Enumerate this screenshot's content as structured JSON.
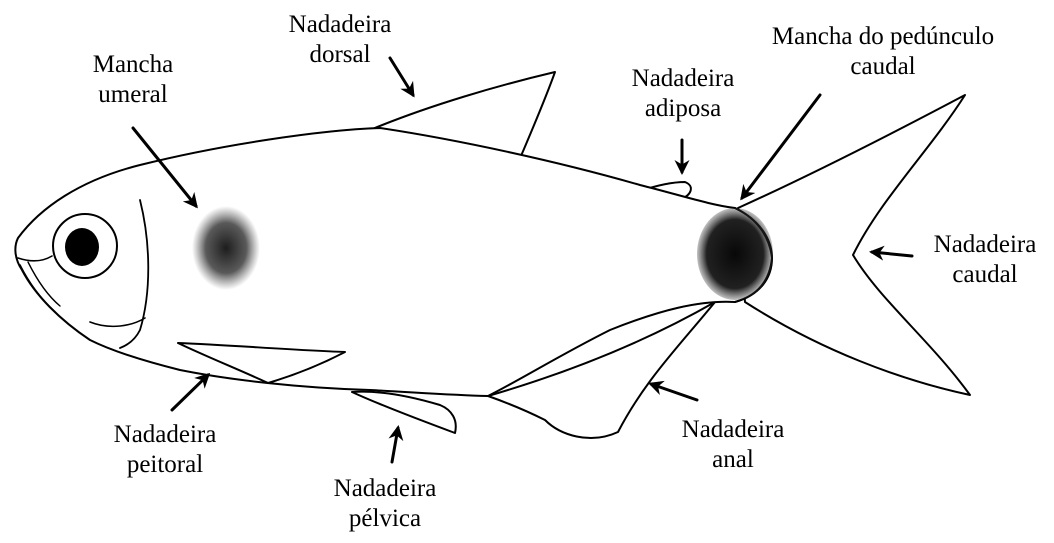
{
  "colors": {
    "outline": "#000000",
    "body_fill": "#ffffff",
    "spot": "#111111",
    "eye_pupil": "#000000",
    "background": "#ffffff"
  },
  "labels": {
    "humeral_spot": {
      "line1": "Mancha",
      "line2": "umeral"
    },
    "dorsal_fin": {
      "line1": "Nadadeira",
      "line2": "dorsal"
    },
    "adipose_fin": {
      "line1": "Nadadeira",
      "line2": "adiposa"
    },
    "caudal_peduncle_spot": {
      "line1": "Mancha do pedúnculo",
      "line2": "caudal"
    },
    "caudal_fin": {
      "line1": "Nadadeira",
      "line2": "caudal"
    },
    "pectoral_fin": {
      "line1": "Nadadeira",
      "line2": "peitoral"
    },
    "pelvic_fin": {
      "line1": "Nadadeira",
      "line2": "pélvica"
    },
    "anal_fin": {
      "line1": "Nadadeira",
      "line2": "anal"
    }
  }
}
